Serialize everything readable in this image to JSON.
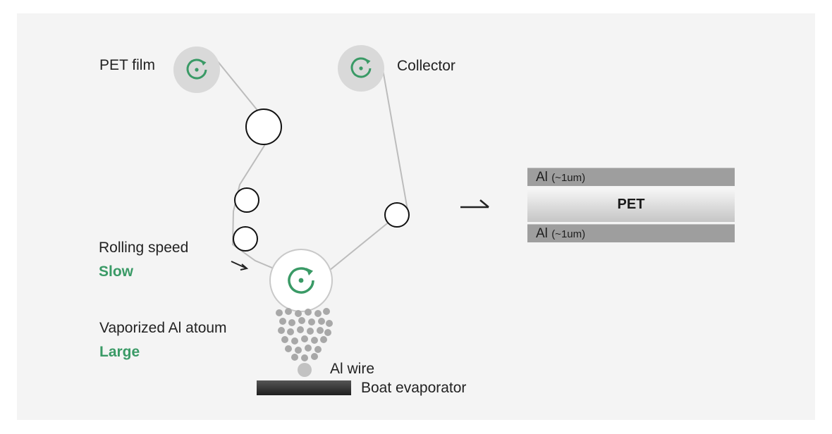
{
  "labels": {
    "pet_film": "PET film",
    "collector": "Collector",
    "rolling_speed": "Rolling speed",
    "rolling_speed_value": "Slow",
    "vaporized": "Vaporized Al atoum",
    "vaporized_value": "Large",
    "al_wire": "Al wire",
    "boat_evaporator": "Boat evaporator"
  },
  "layers": {
    "top_material": "Al",
    "top_thickness": "(~1um)",
    "middle": "PET",
    "bottom_material": "Al",
    "bottom_thickness": "(~1um)"
  },
  "colors": {
    "accent_green": "#3a9a66",
    "roller_grey": "#d9d9d9",
    "particle_grey": "#a8a8a8",
    "evaporator": "#2e2e2e",
    "al_layer": "#9e9e9e"
  },
  "icons": {
    "reel": "rotate-ccw-icon",
    "arrow": "arrow-right-icon",
    "small_arrow": "arrow-down-right-icon"
  }
}
